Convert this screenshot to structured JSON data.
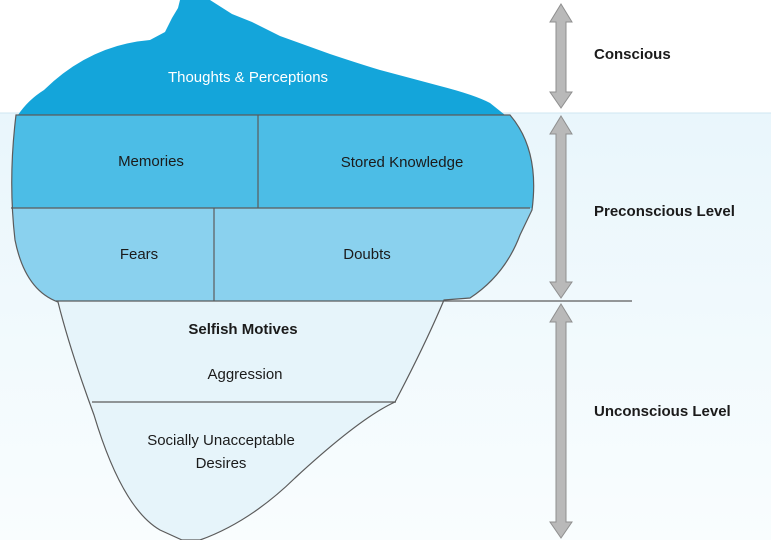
{
  "iceberg": {
    "tip": {
      "label": "Thoughts & Perceptions"
    },
    "preconscious_rows": [
      {
        "left": "Memories",
        "right": "Stored Knowledge"
      },
      {
        "left": "Fears",
        "right": "Doubts"
      }
    ],
    "unconscious": {
      "upper_lines": [
        "Selfish Motives",
        "Aggression"
      ],
      "lower_lines": [
        "Socially Unacceptable",
        "Desires"
      ]
    }
  },
  "levels": [
    {
      "label": "Conscious"
    },
    {
      "label": "Preconscious Level"
    },
    {
      "label": "Unconscious Level"
    }
  ],
  "colors": {
    "water_top": "#e9f6fc",
    "water_bottom": "#f9fdfe",
    "tip_fill": "#14a5da",
    "row1_fill": "#4cbde6",
    "row2_fill": "#8ad1ee",
    "deep_fill": "#e6f4fa",
    "outline": "#5b5b5b",
    "arrow": "#b9b9b9",
    "arrow_stroke": "#8f8f8f"
  }
}
